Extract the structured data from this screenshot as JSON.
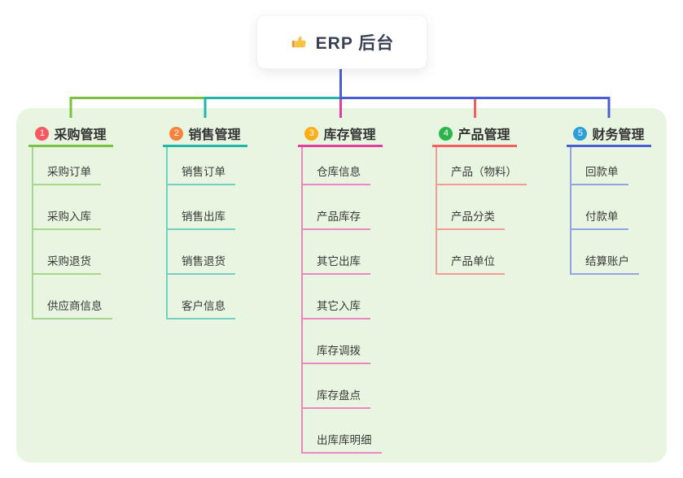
{
  "root": {
    "label": "ERP 后台",
    "icon": "thumbs-up-icon",
    "icon_colors": {
      "hand": "#f6c345",
      "cuff": "#e8a33d"
    }
  },
  "connectors": {
    "root_color": "#4a5ed1"
  },
  "branches": [
    {
      "badge": "1",
      "label": "采购管理",
      "badge_color": "#f75862",
      "line_color": "#7cc043",
      "child_line_color": "#a9d58d",
      "children": [
        "采购订单",
        "采购入库",
        "采购退货",
        "供应商信息"
      ]
    },
    {
      "badge": "2",
      "label": "销售管理",
      "badge_color": "#f9823c",
      "line_color": "#23b5a9",
      "child_line_color": "#76cfc3",
      "children": [
        "销售订单",
        "销售出库",
        "销售退货",
        "客户信息"
      ]
    },
    {
      "badge": "3",
      "label": "库存管理",
      "badge_color": "#fbae17",
      "line_color": "#e03f9d",
      "child_line_color": "#ef85c3",
      "children": [
        "仓库信息",
        "产品库存",
        "其它出库",
        "其它入库",
        "库存调拨",
        "库存盘点",
        "出库库明细"
      ]
    },
    {
      "badge": "4",
      "label": "产品管理",
      "badge_color": "#2fb44c",
      "line_color": "#f15f5f",
      "child_line_color": "#f49b97",
      "children": [
        "产品（物料）",
        "产品分类",
        "产品单位"
      ]
    },
    {
      "badge": "5",
      "label": "财务管理",
      "badge_color": "#2b9fd8",
      "line_color": "#4a5ed1",
      "child_line_color": "#93a4e2",
      "children": [
        "回款单",
        "付款单",
        "结算账户"
      ]
    }
  ]
}
